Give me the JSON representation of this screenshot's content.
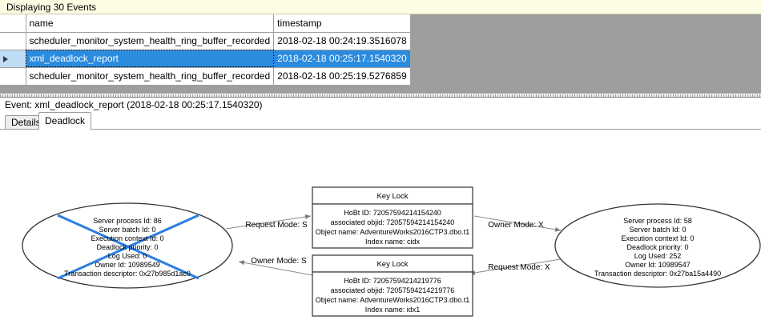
{
  "banner": {
    "text": "Displaying 30 Events"
  },
  "grid": {
    "columns": [
      "",
      "name",
      "timestamp"
    ],
    "rows": [
      {
        "selected": false,
        "marker": "",
        "name": "scheduler_monitor_system_health_ring_buffer_recorded",
        "timestamp": "2018-02-18 00:24:19.3516078"
      },
      {
        "selected": true,
        "marker": "row-selector-triangle",
        "name": "xml_deadlock_report",
        "timestamp": "2018-02-18 00:25:17.1540320"
      },
      {
        "selected": false,
        "marker": "",
        "name": "scheduler_monitor_system_health_ring_buffer_recorded",
        "timestamp": "2018-02-18 00:25:19.5276859"
      }
    ]
  },
  "event_caption": "Event: xml_deadlock_report (2018-02-18 00:25:17.1540320)",
  "tabs": [
    {
      "label": "Details",
      "active": false
    },
    {
      "label": "Deadlock",
      "active": true
    }
  ],
  "deadlock_graph": {
    "victim_marker_color": "#2a7fe0",
    "processes": [
      {
        "id": "process-left",
        "victim": true,
        "lines": [
          "Server process Id: 86",
          "Server batch Id: 0",
          "Execution context Id: 0",
          "Deadlock priority: 0",
          "Log Used: 0",
          "Owner Id: 10989549",
          "Transaction descriptor: 0x27b985d1ac0"
        ]
      },
      {
        "id": "process-right",
        "victim": false,
        "lines": [
          "Server process Id: 58",
          "Server batch Id: 0",
          "Execution context Id: 0",
          "Deadlock priority: 0",
          "Log Used: 252",
          "Owner Id: 10989547",
          "Transaction descriptor: 0x27ba15a4490"
        ]
      }
    ],
    "resources": [
      {
        "id": "key-lock-top",
        "title": "Key Lock",
        "lines": [
          "HoBt ID: 72057594214154240",
          "associated objid: 72057594214154240",
          "Object name: AdventureWorks2016CTP3.dbo.t1",
          "Index name: cidx"
        ]
      },
      {
        "id": "key-lock-bottom",
        "title": "Key Lock",
        "lines": [
          "HoBt ID: 72057594214219776",
          "associated objid: 72057594214219776",
          "Object name: AdventureWorks2016CTP3.dbo.t1",
          "Index name: idx1"
        ]
      }
    ],
    "edges": [
      {
        "id": "edge-left-request",
        "label": "Request Mode: S"
      },
      {
        "id": "edge-left-owner",
        "label": "Owner Mode: S"
      },
      {
        "id": "edge-right-owner",
        "label": "Owner Mode: X"
      },
      {
        "id": "edge-right-request",
        "label": "Request Mode: X"
      }
    ]
  }
}
